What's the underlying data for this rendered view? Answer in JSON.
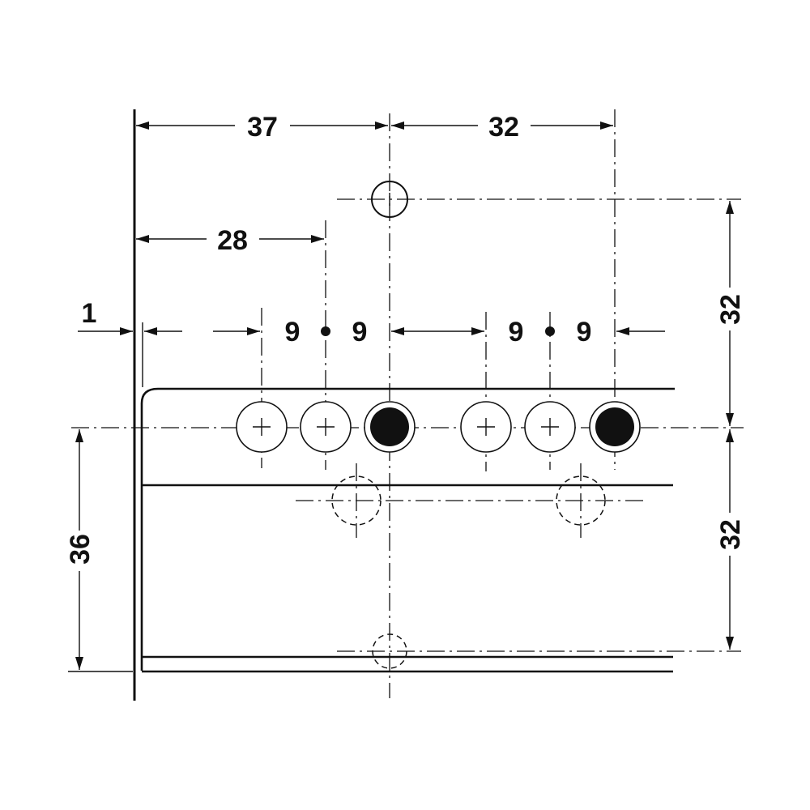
{
  "dimensions": {
    "top_left": "37",
    "top_right": "32",
    "second_row": "28",
    "edge_offset": "1",
    "spacing_a1": "9",
    "spacing_a2": "9",
    "spacing_b1": "9",
    "spacing_b2": "9",
    "left_height": "36",
    "right_upper": "32",
    "right_lower": "32"
  },
  "colors": {
    "ink": "#111111",
    "background": "#ffffff"
  }
}
